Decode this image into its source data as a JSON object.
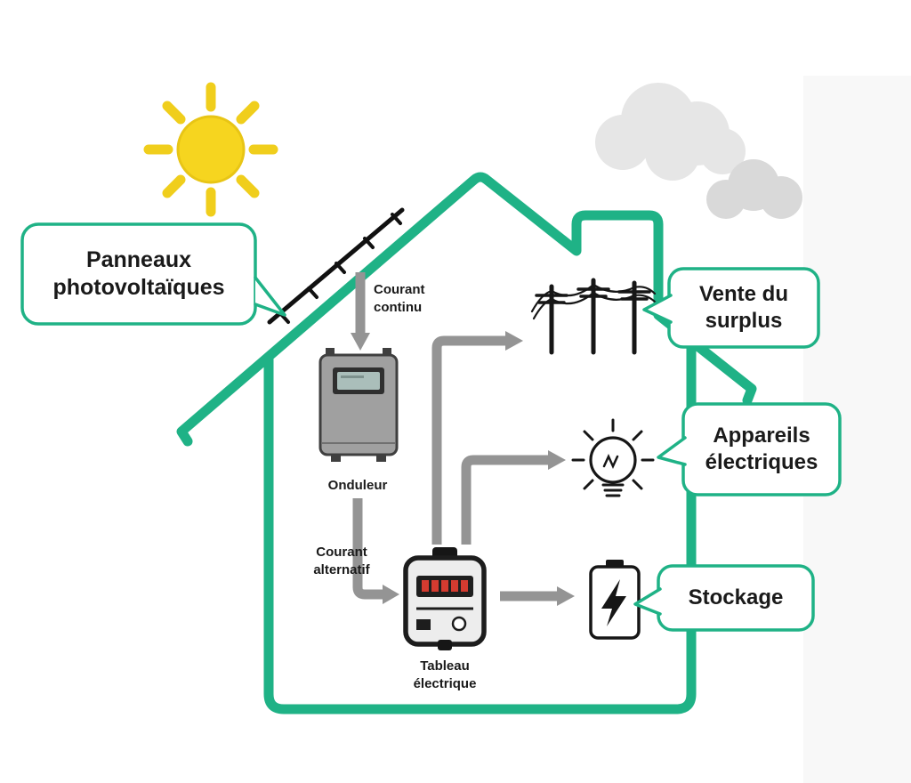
{
  "bubbles": {
    "panneaux": "Panneaux photovoltaïques",
    "vente": "Vente du surplus",
    "appareils": "Appareils électriques",
    "stockage": "Stockage"
  },
  "labels": {
    "courant_continu": "Courant continu",
    "onduleur": "Onduleur",
    "courant_alternatif": "Courant alternatif",
    "tableau_electrique": "Tableau électrique"
  },
  "icons": {
    "sun": "sun-icon",
    "clouds": "cloud-icon",
    "solar_panel": "solar-panel-icon",
    "inverter": "inverter-icon",
    "electric_meter": "electric-meter-icon",
    "power_lines": "power-lines-icon",
    "light_bulb": "light-bulb-icon",
    "battery": "battery-icon"
  },
  "colors": {
    "house_green": "#1fb286",
    "arrow_gray": "#949494",
    "sun_yellow": "#f6d51f",
    "sun_ray": "#f0ce1c",
    "cloud_gray": "#e6e6e6",
    "cloud_gray_2": "#d9d9d9",
    "icon_black": "#161616",
    "text_dark": "#1a1a1a",
    "bg_band": "#f8f8f8"
  }
}
